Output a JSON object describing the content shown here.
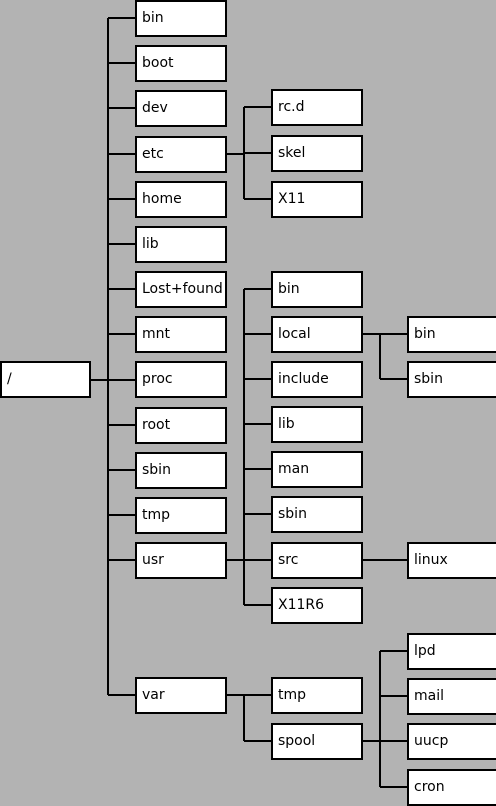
{
  "diagram": {
    "background": "#b3b3b3",
    "box_fill": "#ffffff",
    "line_color": "#000000",
    "root": {
      "label": "/"
    },
    "level1": [
      "bin",
      "boot",
      "dev",
      "etc",
      "home",
      "lib",
      "Lost+found",
      "mnt",
      "proc",
      "root",
      "sbin",
      "tmp",
      "usr",
      "var"
    ],
    "etc_children": [
      "rc.d",
      "skel",
      "X11"
    ],
    "usr_children": [
      "bin",
      "local",
      "include",
      "lib",
      "man",
      "sbin",
      "src",
      "X11R6"
    ],
    "local_children": [
      "bin",
      "sbin"
    ],
    "src_children": [
      "linux"
    ],
    "var_children": [
      "tmp",
      "spool"
    ],
    "spool_children": [
      "lpd",
      "mail",
      "uucp",
      "cron"
    ]
  }
}
